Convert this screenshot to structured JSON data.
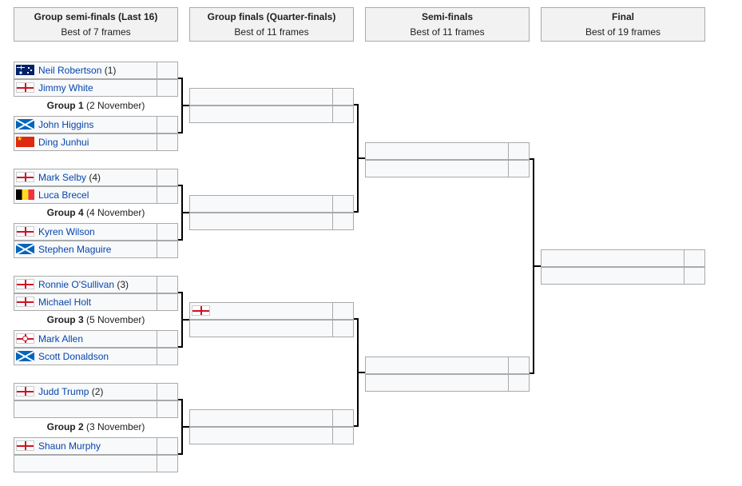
{
  "headers": [
    {
      "title": "Group semi-finals (Last 16)",
      "sub": "Best of 7 frames"
    },
    {
      "title": "Group finals (Quarter-finals)",
      "sub": "Best of 11 frames"
    },
    {
      "title": "Semi-finals",
      "sub": "Best of 11 frames"
    },
    {
      "title": "Final",
      "sub": "Best of 19 frames"
    }
  ],
  "groups": [
    {
      "label": "Group 1",
      "date": "(2 November)"
    },
    {
      "label": "Group 4",
      "date": "(4 November)"
    },
    {
      "label": "Group 3",
      "date": "(5 November)"
    },
    {
      "label": "Group 2",
      "date": "(3 November)"
    }
  ],
  "players": [
    {
      "name": "Neil Robertson",
      "seed": "(1)",
      "flag": "australia-flag-icon"
    },
    {
      "name": "Jimmy White",
      "seed": "",
      "flag": "england-flag-icon"
    },
    {
      "name": "John Higgins",
      "seed": "",
      "flag": "scotland-flag-icon"
    },
    {
      "name": "Ding Junhui",
      "seed": "",
      "flag": "china-flag-icon"
    },
    {
      "name": "Mark Selby",
      "seed": "(4)",
      "flag": "england-flag-icon"
    },
    {
      "name": "Luca Brecel",
      "seed": "",
      "flag": "belgium-flag-icon"
    },
    {
      "name": "Kyren Wilson",
      "seed": "",
      "flag": "england-flag-icon"
    },
    {
      "name": "Stephen Maguire",
      "seed": "",
      "flag": "scotland-flag-icon"
    },
    {
      "name": "Ronnie O'Sullivan",
      "seed": "(3)",
      "flag": "england-flag-icon"
    },
    {
      "name": "Michael Holt",
      "seed": "",
      "flag": "england-flag-icon"
    },
    {
      "name": "Mark Allen",
      "seed": "",
      "flag": "northern-ireland-flag-icon"
    },
    {
      "name": "Scott Donaldson",
      "seed": "",
      "flag": "scotland-flag-icon"
    },
    {
      "name": "Judd Trump",
      "seed": "(2)",
      "flag": "england-flag-icon"
    },
    {
      "name": "",
      "seed": "",
      "flag": ""
    },
    {
      "name": "Shaun Murphy",
      "seed": "",
      "flag": "england-flag-icon"
    },
    {
      "name": "",
      "seed": "",
      "flag": ""
    }
  ],
  "quarter_finals": [
    {
      "top": "",
      "top_flag": "",
      "bottom": "",
      "bottom_flag": ""
    },
    {
      "top": "",
      "top_flag": "",
      "bottom": "",
      "bottom_flag": ""
    },
    {
      "top": "",
      "top_flag": "england-flag-icon",
      "bottom": "",
      "bottom_flag": ""
    },
    {
      "top": "",
      "top_flag": "",
      "bottom": "",
      "bottom_flag": ""
    }
  ],
  "semi_finals": [
    {
      "top": "",
      "bottom": ""
    },
    {
      "top": "",
      "bottom": ""
    }
  ],
  "final": {
    "top": "",
    "bottom": ""
  }
}
